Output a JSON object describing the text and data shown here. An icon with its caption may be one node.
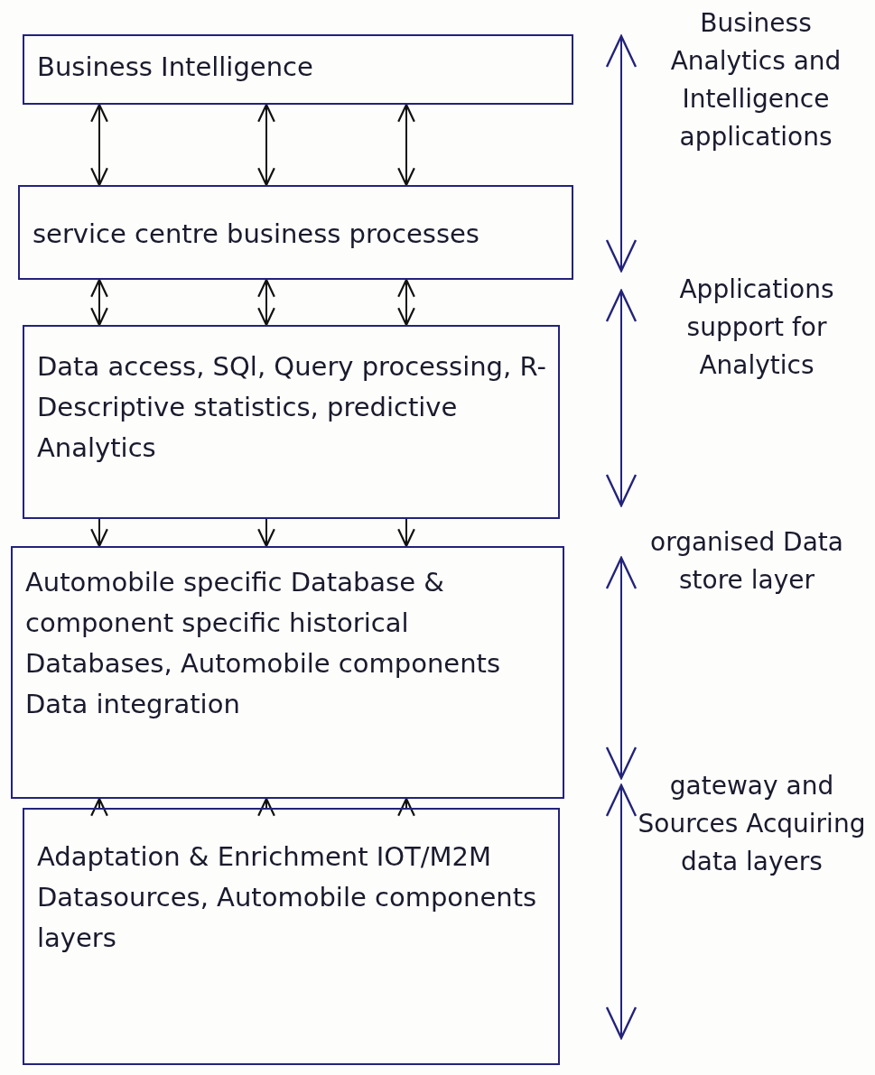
{
  "diagram": {
    "nodes": [
      {
        "text": [
          "Business Intelligence"
        ]
      },
      {
        "text": [
          "service centre business processes"
        ]
      },
      {
        "text": [
          "Data access, SQl, Query processing, R-Descriptive statistics, predictive Analytics"
        ]
      },
      {
        "text": [
          "Automobile specific Database & component specific historical Databases, Automobile components Data integration"
        ]
      },
      {
        "text": [
          "Adaptation & Enrichment IOT/M2M Datasources, Automobile components layers"
        ]
      }
    ],
    "edges": [
      {
        "from": 0,
        "to": 1,
        "arrow": "both"
      },
      {
        "from": 0,
        "to": 1,
        "arrow": "both"
      },
      {
        "from": 0,
        "to": 1,
        "arrow": "both"
      },
      {
        "from": 1,
        "to": 2,
        "arrow": "both"
      },
      {
        "from": 1,
        "to": 2,
        "arrow": "both"
      },
      {
        "from": 1,
        "to": 2,
        "arrow": "both"
      },
      {
        "from": 2,
        "to": 3,
        "arrow": "to"
      },
      {
        "from": 2,
        "to": 3,
        "arrow": "to"
      },
      {
        "from": 2,
        "to": 3,
        "arrow": "to"
      },
      {
        "from": 4,
        "to": 3,
        "arrow": "to"
      },
      {
        "from": 4,
        "to": 3,
        "arrow": "to"
      },
      {
        "from": 4,
        "to": 3,
        "arrow": "to"
      }
    ],
    "labels": [
      "Business Analytics and Intelligence applications",
      "Applications support for Analytics",
      "organised Data store layer",
      "gateway and Sources Acquiring data layers"
    ]
  }
}
